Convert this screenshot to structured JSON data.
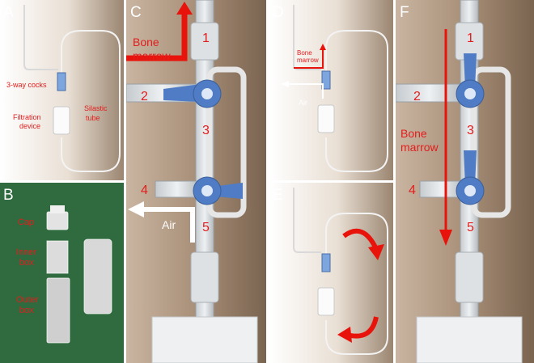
{
  "panels": {
    "A": {
      "label": "A",
      "cocks": "3-way cocks",
      "filtration_line1": "Filtration",
      "filtration_line2": "device",
      "silastic_line1": "Silastic",
      "silastic_line2": "tube"
    },
    "B": {
      "label": "B",
      "cap": "Cap",
      "inner_line1": "Inner",
      "inner_line2": "box",
      "outer_line1": "Outer",
      "outer_line2": "box"
    },
    "C": {
      "label": "C",
      "bone_line1": "Bone",
      "bone_line2": "marrow",
      "air": "Air",
      "ports": [
        "1",
        "2",
        "3",
        "4",
        "5"
      ]
    },
    "D": {
      "label": "D",
      "bone_line1": "Bone",
      "bone_line2": "marrow",
      "air": "Air"
    },
    "E": {
      "label": "E"
    },
    "F": {
      "label": "F",
      "bone_line1": "Bone",
      "bone_line2": "marrow",
      "ports": [
        "1",
        "2",
        "3",
        "4",
        "5"
      ]
    }
  },
  "colors": {
    "label_red": "#e21d1d",
    "arrow_red": "#e8140c",
    "valve_blue": "#4f7cc4",
    "panel_b_background": "#2f6b3e"
  }
}
